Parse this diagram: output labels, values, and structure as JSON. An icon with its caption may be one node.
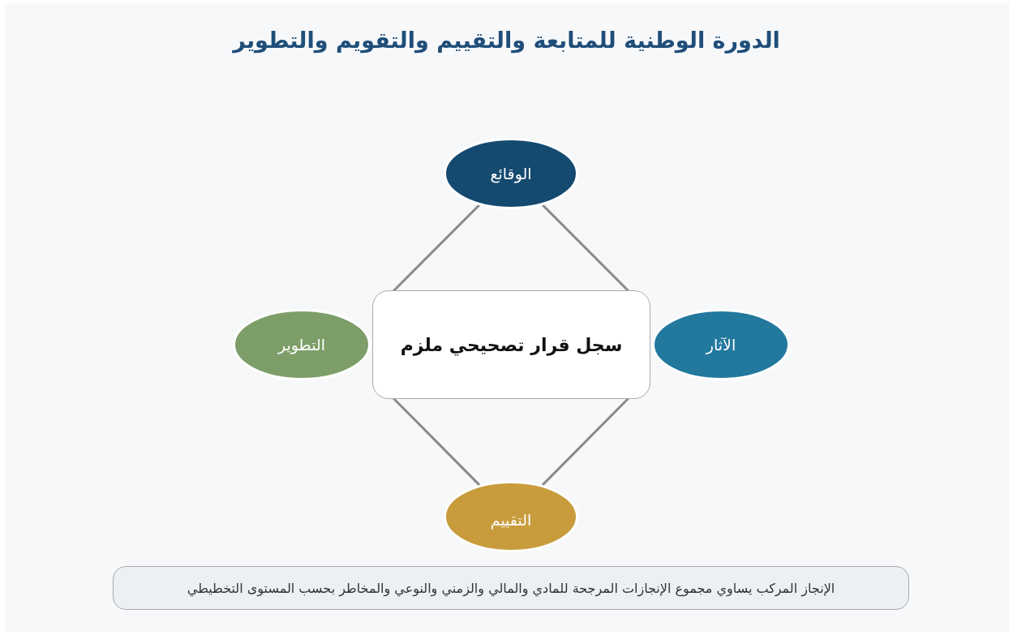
{
  "diagram": {
    "title": "الدورة الوطنية للمتابعة والتقييم والتقويم والتطوير",
    "nodes": [
      {
        "text": [
          "الوقائع"
        ]
      },
      {
        "text": [
          "التطوير"
        ]
      },
      {
        "text": [
          "سجل قرار تصحيحي ملزم"
        ]
      },
      {
        "text": [
          "الآثار"
        ]
      },
      {
        "text": [
          "التقييم"
        ]
      },
      {
        "text": [
          "الإنجاز المركب يساوي مجموع الإنجازات المرجحة للمادي والمالي والزمني والنوعي والمخاطر بحسب المستوى التخطيطي"
        ]
      }
    ],
    "edges": [
      {
        "from": 0,
        "to": 2,
        "arrow": "none"
      },
      {
        "from": 0,
        "to": 2,
        "arrow": "none"
      },
      {
        "from": 4,
        "to": 2,
        "arrow": "none"
      },
      {
        "from": 4,
        "to": 2,
        "arrow": "none"
      }
    ]
  }
}
